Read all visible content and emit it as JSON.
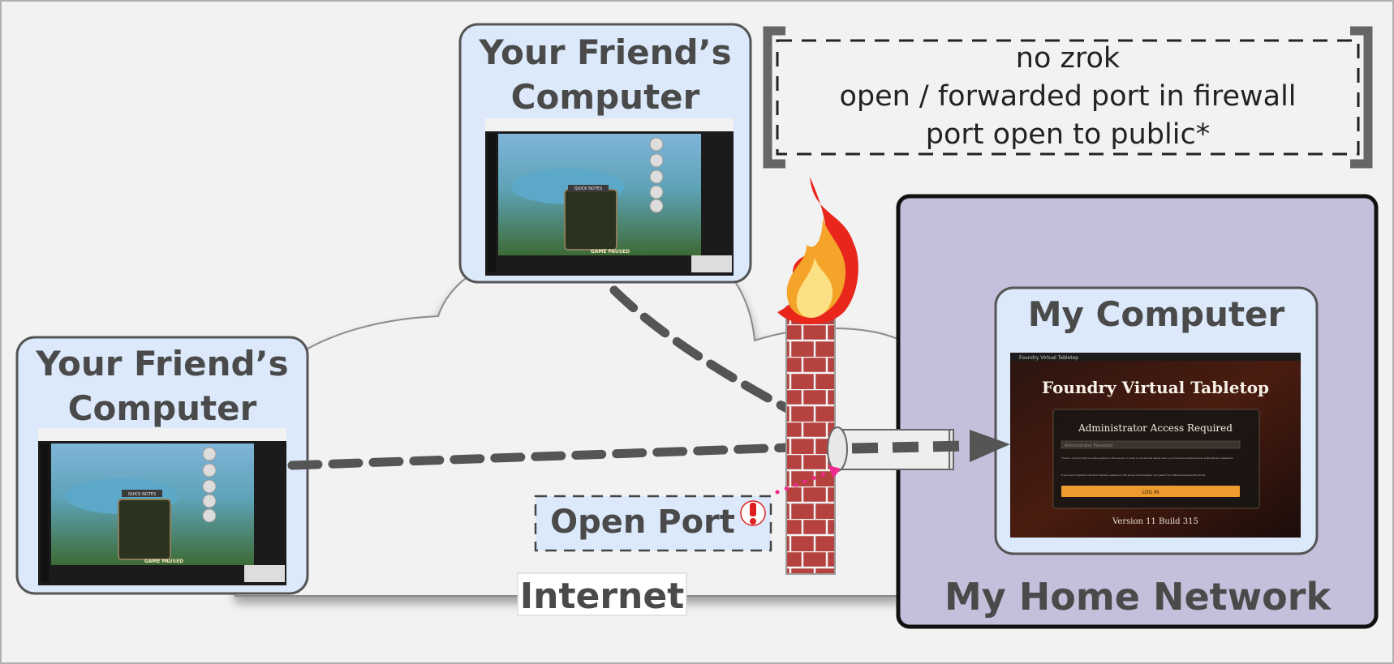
{
  "internet_label": "Internet",
  "home_network_label": "My Home Network",
  "friend_computer_top": {
    "title_line1": "Your Friend’s",
    "title_line2": "Computer",
    "screen": {
      "status": "GAME PAUSED",
      "button": "QUICK NOTES"
    }
  },
  "friend_computer_left": {
    "title_line1": "Your Friend’s",
    "title_line2": "Computer",
    "screen": {
      "status": "GAME PAUSED",
      "button": "QUICK NOTES"
    }
  },
  "my_computer": {
    "title": "My Computer",
    "window_title": "Foundry Virtual Tabletop",
    "app_title": "Foundry Virtual Tabletop",
    "dialog_heading": "Administrator Access Required",
    "password_placeholder": "Administrator Password",
    "info_text_1": "There is not currently an active game on this server. In order to access the setup menu you must provide the server administrator password.",
    "info_text_2": "If you have forgotten the administrator password, the server administrator can reset it by following these instructions.",
    "login_button": "LOG IN",
    "version": "Version 11 Build 315"
  },
  "open_port": {
    "label": "Open Port",
    "alert_icon": "exclamation-icon"
  },
  "note": {
    "line1": "no zrok",
    "line2": "open / forwarded port in firewall",
    "line3": "port open to public*"
  },
  "colors": {
    "background": "#f2f2f2",
    "computer_box": "#dbe9fb",
    "home_network": "#c6bfdc",
    "connection": "#555555",
    "open_port_dots": "#ee2a8c",
    "brick": "#b5423f",
    "alert": "#e02020"
  }
}
